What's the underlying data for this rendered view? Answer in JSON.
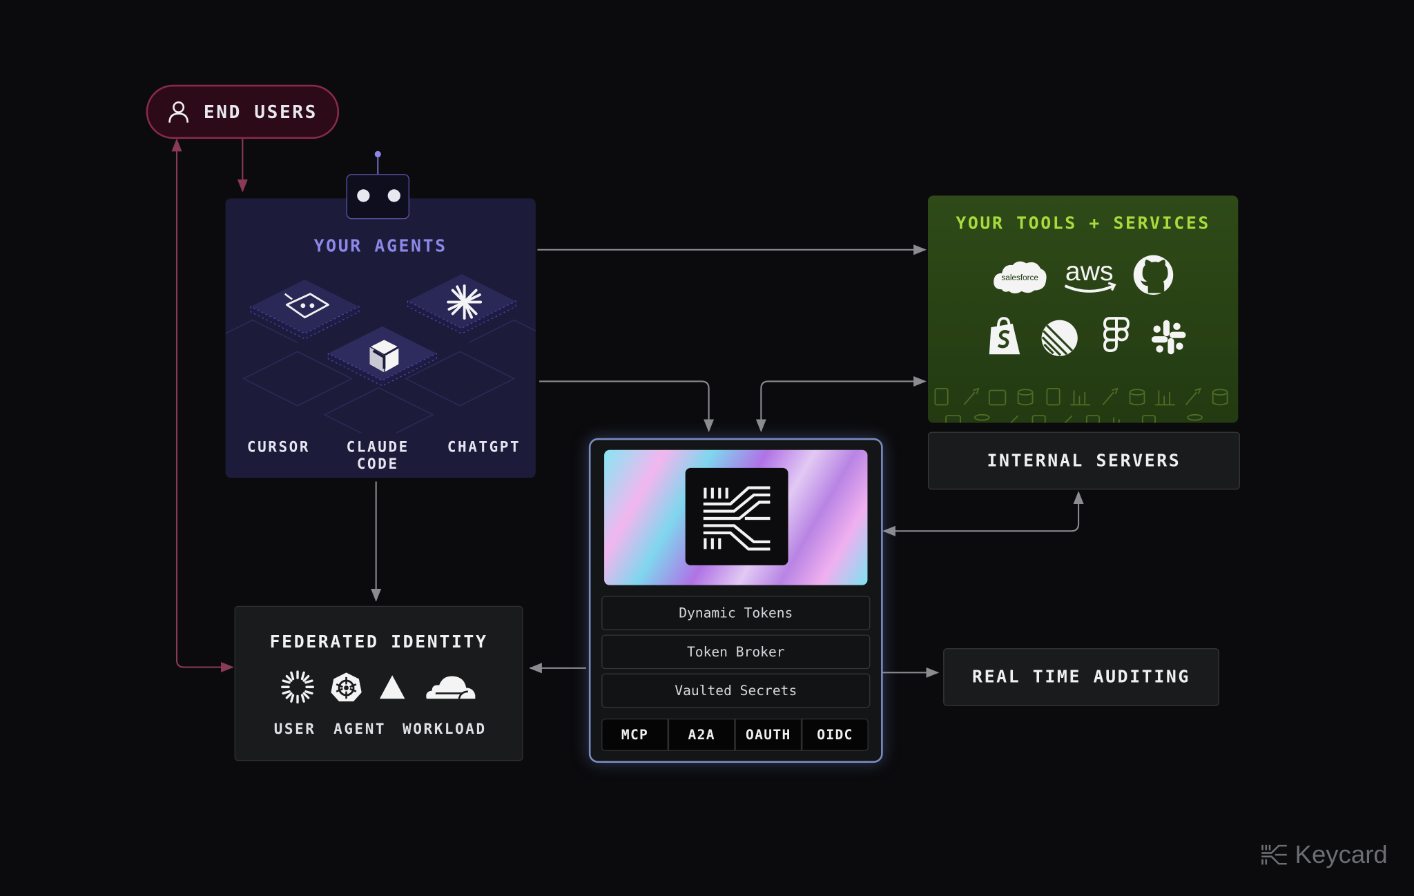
{
  "end_users": {
    "label": "END USERS"
  },
  "agents": {
    "title": "YOUR AGENTS",
    "items": [
      {
        "label": "CURSOR",
        "icon": "cursor-icon"
      },
      {
        "label": "CLAUDE CODE",
        "icon": "claude-icon"
      },
      {
        "label": "CHATGPT",
        "icon": "chatgpt-icon"
      }
    ]
  },
  "tools": {
    "title": "YOUR TOOLS + SERVICES",
    "logos": [
      "salesforce",
      "aws",
      "github",
      "shopify",
      "linear",
      "figma",
      "slack"
    ],
    "salesforce_text": "salesforce",
    "aws_text": "aws"
  },
  "internal_servers": {
    "label": "INTERNAL SERVERS"
  },
  "keycard": {
    "features": [
      "Dynamic Tokens",
      "Token Broker",
      "Vaulted Secrets"
    ],
    "protocols": [
      "MCP",
      "A2A",
      "OAUTH",
      "OIDC"
    ]
  },
  "federated_identity": {
    "title": "FEDERATED IDENTITY",
    "items": [
      {
        "label": "USER",
        "icon": "user-identity-icon"
      },
      {
        "label": "AGENT",
        "icon": "kubernetes-icon"
      },
      {
        "label": "WORKLOAD",
        "icon": "cloudflare-icon"
      }
    ]
  },
  "auditing": {
    "label": "REAL TIME AUDITING"
  },
  "brand": {
    "name": "Keycard"
  },
  "colors": {
    "background": "#0b0b0d",
    "agents_panel": "#1c1b3a",
    "agents_title": "#8d88e8",
    "tools_panel": "#2f4a18",
    "tools_title": "#a8dc3c",
    "end_users_border": "#8a2a4a",
    "arrow_grey": "#8a8c90",
    "arrow_maroon": "#8a3a55"
  }
}
